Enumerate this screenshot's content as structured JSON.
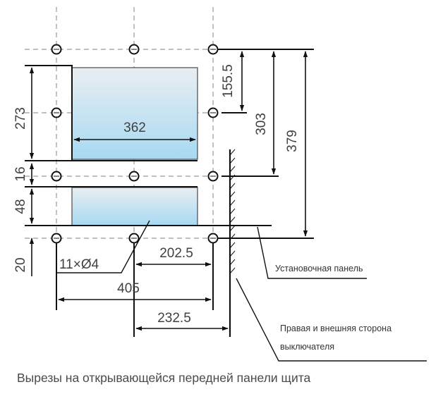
{
  "diagram": {
    "dimensions": {
      "d273": "273",
      "d16": "16",
      "d48": "48",
      "d20": "20",
      "d362": "362",
      "d155_5": "155.5",
      "d303": "303",
      "d379": "379",
      "d202_5": "202.5",
      "d405": "405",
      "d232_5": "232.5",
      "holes": "11×Ø4"
    },
    "labels": {
      "mounting_panel": "Установочная панель",
      "switch_side_line1": "Правая и внешняя сторона",
      "switch_side_line2": "выключателя"
    },
    "caption": "Вырезы на открывающейся передней панели щита",
    "colors": {
      "line": "#111111",
      "guide": "#9a9a9a",
      "cutout_top": "#e9eef2",
      "cutout_bottom": "#a7d9f2"
    }
  }
}
